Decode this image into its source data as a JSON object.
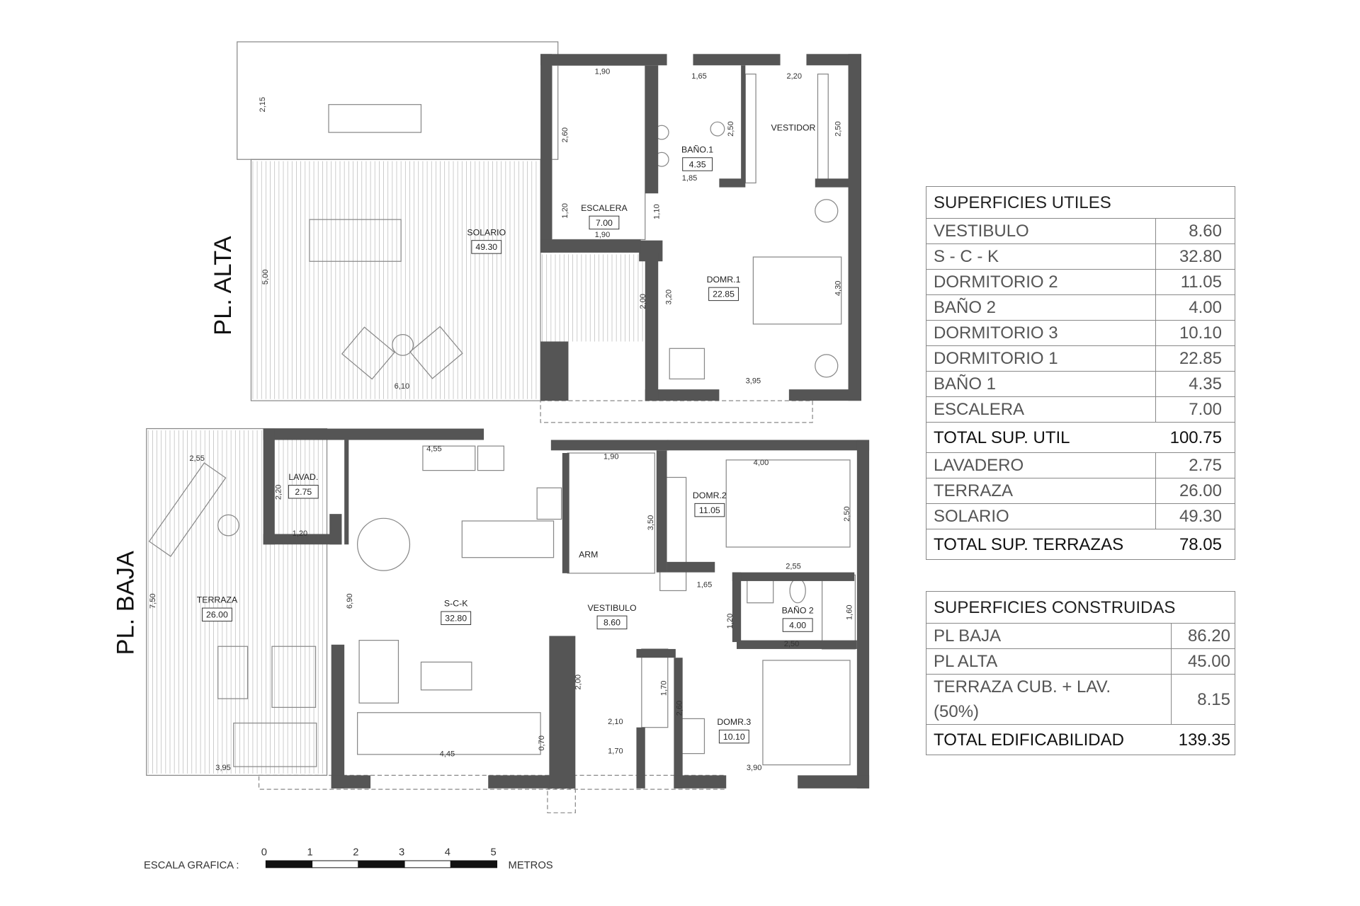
{
  "floor_labels": {
    "upper": "PL. ALTA",
    "lower": "PL. BAJA"
  },
  "upper_floor": {
    "rooms": [
      {
        "name": "SOLARIO",
        "area": "49.30"
      },
      {
        "name": "ESCALERA",
        "area": "7.00"
      },
      {
        "name": "BAÑO.1",
        "area": "4.35"
      },
      {
        "name": "VESTIDOR",
        "area": ""
      },
      {
        "name": "DOMR.1",
        "area": "22.85"
      }
    ],
    "dimensions": [
      "2,15",
      "5,00",
      "6,10",
      "1,90",
      "2,60",
      "1,20",
      "1,90",
      "1,10",
      "1,65",
      "2,50",
      "1,85",
      "2,20",
      "2,50",
      "4,30",
      "3,20",
      "2,00",
      "3,95"
    ]
  },
  "lower_floor": {
    "rooms": [
      {
        "name": "TERRAZA",
        "area": "26.00"
      },
      {
        "name": "LAVAD.",
        "area": "2.75"
      },
      {
        "name": "S-C-K",
        "area": "32.80"
      },
      {
        "name": "VESTIBULO",
        "area": "8.60"
      },
      {
        "name": "DOMR.2",
        "area": "11.05"
      },
      {
        "name": "BAÑO 2",
        "area": "4.00"
      },
      {
        "name": "DOMR.3",
        "area": "10.10"
      },
      {
        "name": "ARM",
        "area": ""
      }
    ],
    "dimensions": [
      "2,55",
      "7,50",
      "3,95",
      "2,20",
      "1,20",
      "4,55",
      "6,90",
      "4,45",
      "0,70",
      "1,90",
      "3,50",
      "2,00",
      "2,10",
      "1,70",
      "1,20",
      "1,65",
      "4,00",
      "2,50",
      "2,55",
      "2,50",
      "1,60",
      "1,70",
      "2,60",
      "3,90"
    ]
  },
  "scale_bar": {
    "label": "ESCALA GRAFICA :",
    "unit": "METROS",
    "ticks": [
      "0",
      "1",
      "2",
      "3",
      "4",
      "5"
    ]
  },
  "superficies_utiles": {
    "title": "SUPERFICIES UTILES",
    "rows": [
      {
        "label": "VESTIBULO",
        "value": "8.60"
      },
      {
        "label": "S - C - K",
        "value": "32.80"
      },
      {
        "label": "DORMITORIO 2",
        "value": "11.05"
      },
      {
        "label": "BAÑO 2",
        "value": "4.00"
      },
      {
        "label": "DORMITORIO 3",
        "value": "10.10"
      },
      {
        "label": "DORMITORIO 1",
        "value": "22.85"
      },
      {
        "label": "BAÑO 1",
        "value": "4.35"
      },
      {
        "label": "ESCALERA",
        "value": "7.00"
      }
    ],
    "total_util": {
      "label": "TOTAL SUP. UTIL",
      "value": "100.75"
    },
    "terrace_rows": [
      {
        "label": "LAVADERO",
        "value": "2.75"
      },
      {
        "label": "TERRAZA",
        "value": "26.00"
      },
      {
        "label": "SOLARIO",
        "value": "49.30"
      }
    ],
    "total_terrazas": {
      "label": "TOTAL SUP. TERRAZAS",
      "value": "78.05"
    }
  },
  "superficies_construidas": {
    "title": "SUPERFICIES CONSTRUIDAS",
    "rows": [
      {
        "label": "PL BAJA",
        "value": "86.20"
      },
      {
        "label": "PL ALTA",
        "value": "45.00"
      },
      {
        "label": "TERRAZA CUB. + LAV. (50%)",
        "value": "8.15"
      }
    ],
    "total": {
      "label": "TOTAL EDIFICABILIDAD",
      "value": "139.35"
    }
  },
  "colors": {
    "wall": "#555555",
    "line": "#888888",
    "hatch": "#bbbbbb"
  }
}
